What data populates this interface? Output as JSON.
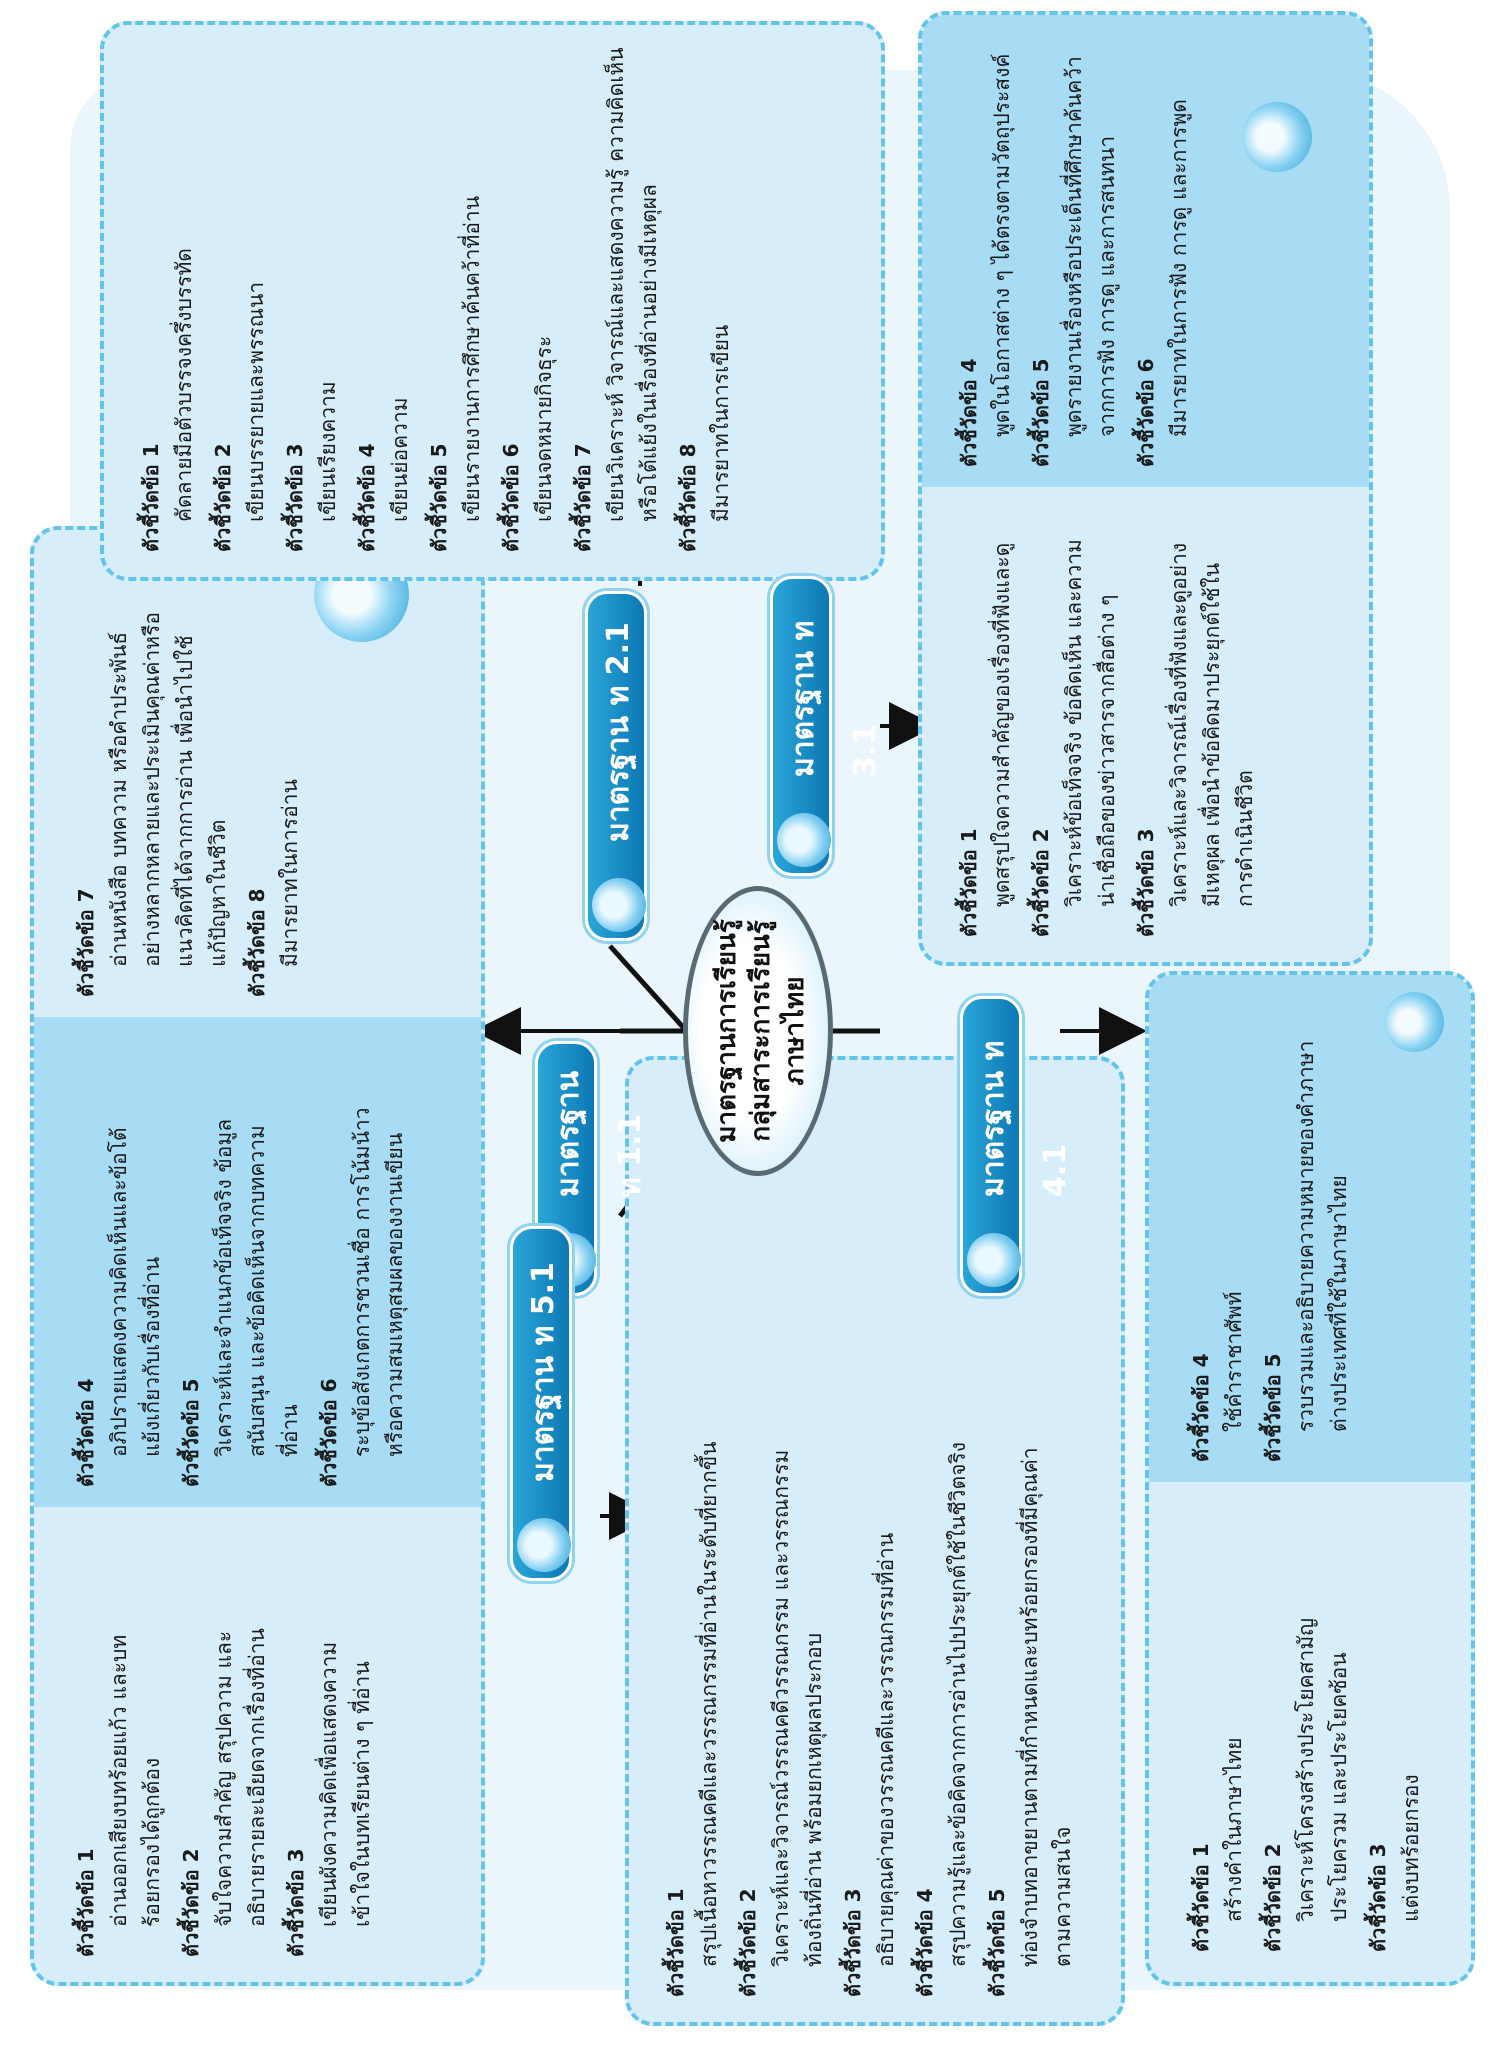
{
  "center_title": [
    "มาตรฐานการเรียนรู้",
    "กลุ่มสาระการเรียนรู้",
    "ภาษาไทย"
  ],
  "standards": {
    "s11": "มาตรฐาน ท 1.1",
    "s21": "มาตรฐาน ท 2.1",
    "s31": "มาตรฐาน ท 3.1",
    "s41": "มาตรฐาน ท 4.1",
    "s51": "มาตรฐาน ท 5.1"
  },
  "box11": {
    "a": [
      {
        "t": "ตัวชี้วัดข้อ 1",
        "d": [
          "อ่านออกเสียงบทร้อยแก้ว และบท",
          "ร้อยกรองได้ถูกต้อง"
        ]
      },
      {
        "t": "ตัวชี้วัดข้อ 2",
        "d": [
          "จับใจความสำคัญ สรุปความ และ",
          "อธิบายรายละเอียดจากเรื่องที่อ่าน"
        ]
      },
      {
        "t": "ตัวชี้วัดข้อ 3",
        "d": [
          "เขียนผังความคิดเพื่อแสดงความ",
          "เข้าใจในบทเรียนต่าง ๆ ที่อ่าน"
        ]
      }
    ],
    "b": [
      {
        "t": "ตัวชี้วัดข้อ 4",
        "d": [
          "อภิปรายแสดงความคิดเห็นและข้อโต้",
          "แย้งเกี่ยวกับเรื่องที่อ่าน"
        ]
      },
      {
        "t": "ตัวชี้วัดข้อ 5",
        "d": [
          "วิเคราะห์และจำแนกข้อเท็จจริง ข้อมูล",
          "สนับสนุน และข้อคิดเห็นจากบทความ",
          "ที่อ่าน"
        ]
      },
      {
        "t": "ตัวชี้วัดข้อ 6",
        "d": [
          "ระบุข้อสังเกตการชวนเชื่อ การโน้มน้าว",
          "หรือความสมเหตุสมผลของงานเขียน"
        ]
      }
    ],
    "c": [
      {
        "t": "ตัวชี้วัดข้อ 7",
        "d": [
          "อ่านหนังสือ บทความ หรือคำประพันธ์",
          "อย่างหลากหลายและประเมินคุณค่าหรือ",
          "แนวคิดที่ได้จากการอ่าน เพื่อนำไปใช้",
          "แก้ปัญหาในชีวิต"
        ]
      },
      {
        "t": "ตัวชี้วัดข้อ 8",
        "d": [
          "มีมารยาทในการอ่าน"
        ]
      }
    ]
  },
  "box21": [
    {
      "t": "ตัวชี้วัดข้อ 1",
      "d": [
        "คัดลายมือตัวบรรจงครึ่งบรรทัด"
      ]
    },
    {
      "t": "ตัวชี้วัดข้อ 2",
      "d": [
        "เขียนบรรยายและพรรณนา"
      ]
    },
    {
      "t": "ตัวชี้วัดข้อ 3",
      "d": [
        "เขียนเรียงความ"
      ]
    },
    {
      "t": "ตัวชี้วัดข้อ 4",
      "d": [
        "เขียนย่อความ"
      ]
    },
    {
      "t": "ตัวชี้วัดข้อ 5",
      "d": [
        "เขียนรายงานการศึกษาค้นคว้าที่อ่าน"
      ]
    },
    {
      "t": "ตัวชี้วัดข้อ 6",
      "d": [
        "เขียนจดหมายกิจธุระ"
      ]
    },
    {
      "t": "ตัวชี้วัดข้อ 7",
      "d": [
        "เขียนวิเคราะห์ วิจารณ์และแสดงความรู้ ความคิดเห็น",
        "หรือโต้แย้งในเรื่องที่อ่านอย่างมีเหตุผล"
      ]
    },
    {
      "t": "ตัวชี้วัดข้อ 8",
      "d": [
        "มีมารยาทในการเขียน"
      ]
    }
  ],
  "box31": {
    "a": [
      {
        "t": "ตัวชี้วัดข้อ 1",
        "d": [
          "พูดสรุปใจความสำคัญของเรื่องที่ฟังและดู"
        ]
      },
      {
        "t": "ตัวชี้วัดข้อ 2",
        "d": [
          "วิเคราะห์ข้อเท็จจริง ข้อคิดเห็น และความ",
          "น่าเชื่อถือของข่าวสารจากสื่อต่าง ๆ"
        ]
      },
      {
        "t": "ตัวชี้วัดข้อ 3",
        "d": [
          "วิเคราะห์และวิจารณ์เรื่องที่ฟังและดูอย่าง",
          "มีเหตุผล เพื่อนำข้อคิดมาประยุกต์ใช้ใน",
          "การดำเนินชีวิต"
        ]
      }
    ],
    "b": [
      {
        "t": "ตัวชี้วัดข้อ 4",
        "d": [
          "พูดในโอกาสต่าง ๆ ได้ตรงตามวัตถุประสงค์"
        ]
      },
      {
        "t": "ตัวชี้วัดข้อ 5",
        "d": [
          "พูดรายงานเรื่องหรือประเด็นที่ศึกษาค้นคว้า",
          "จากการฟัง การดู และการสนทนา"
        ]
      },
      {
        "t": "ตัวชี้วัดข้อ 6",
        "d": [
          "มีมารยาทในการฟัง การดู และการพูด"
        ]
      }
    ]
  },
  "box41": {
    "a": [
      {
        "t": "ตัวชี้วัดข้อ 1",
        "d": [
          "สร้างคำในภาษาไทย"
        ]
      },
      {
        "t": "ตัวชี้วัดข้อ 2",
        "d": [
          "วิเคราะห์โครงสร้างประโยคสามัญ",
          "ประโยครวม และประโยคซ้อน"
        ]
      },
      {
        "t": "ตัวชี้วัดข้อ 3",
        "d": [
          "แต่งบทร้อยกรอง"
        ]
      }
    ],
    "b": [
      {
        "t": "ตัวชี้วัดข้อ 4",
        "d": [
          "ใช้คำราชาศัพท์"
        ]
      },
      {
        "t": "ตัวชี้วัดข้อ 5",
        "d": [
          "รวบรวมและอธิบายความหมายของคำภาษา",
          "ต่างประเทศที่ใช้ในภาษาไทย"
        ]
      }
    ]
  },
  "box51": [
    {
      "t": "ตัวชี้วัดข้อ 1",
      "d": [
        "สรุปเนื้อหาวรรณคดีและวรรณกรรมที่อ่านในระดับที่ยากขึ้น"
      ]
    },
    {
      "t": "ตัวชี้วัดข้อ 2",
      "d": [
        "วิเคราะห์และวิจารณ์วรรณคดีวรรณกรรม และวรรณกรรม",
        "ท้องถิ่นที่อ่าน พร้อมยกเหตุผลประกอบ"
      ]
    },
    {
      "t": "ตัวชี้วัดข้อ 3",
      "d": [
        "อธิบายคุณค่าของวรรณคดีและวรรณกรรมที่อ่าน"
      ]
    },
    {
      "t": "ตัวชี้วัดข้อ 4",
      "d": [
        "สรุปความรู้และข้อคิดจากการอ่านไปประยุกต์ใช้ในชีวิตจริง"
      ]
    },
    {
      "t": "ตัวชี้วัดข้อ 5",
      "d": [
        "ท่องจำบทอาขยานตามที่กำหนดและบทร้อยกรองที่มีคุณค่า",
        "ตามความสนใจ"
      ]
    }
  ],
  "colors": {
    "box_fill": "#d7eefa",
    "box_shade": "#a8dcf4",
    "dash": "#62c4ea",
    "standard": "#0d78b4"
  }
}
